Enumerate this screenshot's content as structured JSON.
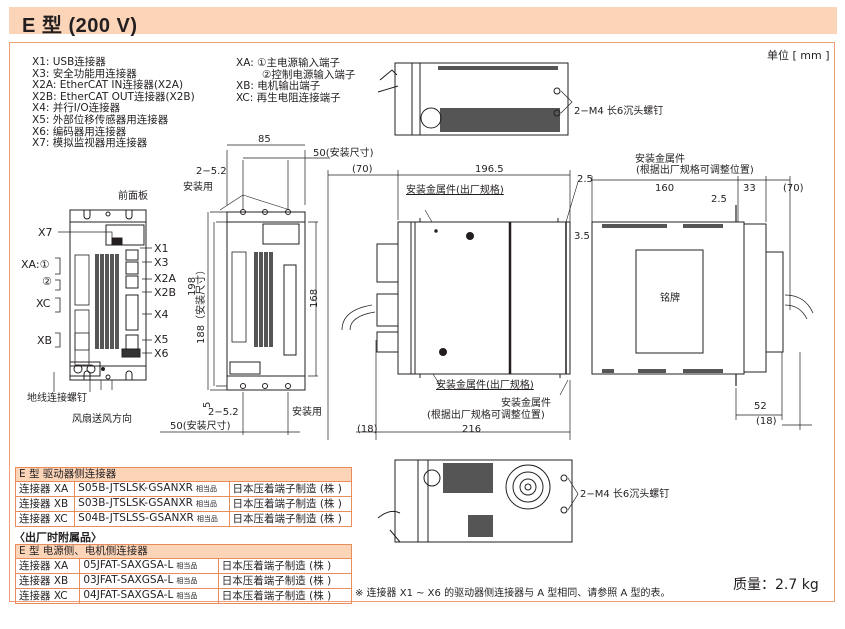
{
  "header": {
    "title": "E   型 (200 V)"
  },
  "unit_label": "单位 [ mm ]",
  "connector_legend": [
    "X1: USB连接器",
    "X3: 安全功能用连接器",
    "X2A: EtherCAT IN连接器(X2A)",
    "X2B: EtherCAT OUT连接器(X2B)",
    "X4: 并行I/O连接器",
    "X5: 外部位移传感器用连接器",
    "X6: 编码器用连接器",
    "X7: 模拟监视器用连接器"
  ],
  "terminal_legend": [
    "XA: ①主电源输入端子",
    "②控制电源输入端子",
    "XB: 电机输出端子",
    "XC: 再生电阻连接端子"
  ],
  "front_view": {
    "front_panel_label": "前面板",
    "left_labels": [
      "X7",
      "XA:①",
      "②",
      "XC",
      "XB"
    ],
    "right_labels": [
      "X1",
      "X3",
      "X2A",
      "X2B",
      "X4",
      "X5",
      "X6"
    ],
    "ground_screw_label": "地线连接螺钉",
    "fan_direction_label": "风扇送风方向"
  },
  "mount_view": {
    "dim_width": "85",
    "dim_mount_top": "50(安装尺寸)",
    "dim_hole_top": "2−5.2",
    "mount_label_top": "安装用",
    "dim_height_total": "198",
    "dim_height_mount": "188（安装尺寸）",
    "dim_height_inner": "168",
    "dim_bottom_gap": "5",
    "dim_hole_bottom": "2−5.2",
    "mount_label_bottom": "安装用",
    "dim_mount_bottom": "50(安装尺寸)"
  },
  "side_view": {
    "dim_cable": "(70)",
    "dim_depth": "196.5",
    "dim_bracket_offset": "2.5",
    "dim_bracket_height": "3.5",
    "bracket_factory_top": "安装金属件(出厂规格)",
    "bracket_adjustable_top_1": "安装金属件",
    "bracket_adjustable_top_2": "(根据出厂规格可调整位置)",
    "bracket_factory_bottom": "安装金属件(出厂规格)",
    "bracket_adjustable_bottom_1": "安装金属件",
    "bracket_adjustable_bottom_2": "(根据出厂规格可调整位置)",
    "dim_front_offset": "(18)",
    "dim_total_depth": "216"
  },
  "rear_view": {
    "dim_body": "160",
    "dim_front": "33",
    "dim_cable": "(70)",
    "dim_offset": "2.5",
    "nameplate_label": "铭牌",
    "dim_bottom": "52",
    "dim_bottom_offset": "(18)"
  },
  "top_view": {
    "screw_label": "2−M4 长6沉头螺钉"
  },
  "bottom_view": {
    "screw_label": "2−M4 长6沉头螺钉"
  },
  "driver_connectors": {
    "header": "E 型   驱动器侧连接器",
    "rows": [
      {
        "name": "连接器 XA",
        "part": "S05B-JTSLSK-GSANXR",
        "equiv": "相当品",
        "maker": "日本压着端子制造 (株 )"
      },
      {
        "name": "连接器 XB",
        "part": "S03B-JTSLSK-GSANXR",
        "equiv": "相当品",
        "maker": "日本压着端子制造 (株 )"
      },
      {
        "name": "连接器 XC",
        "part": "S04B-JTSLSS-GSANXR",
        "equiv": "相当品",
        "maker": "日本压着端子制造 (株 )"
      }
    ]
  },
  "accessories_title": "〈出厂时附属品〉",
  "accessory_connectors": {
    "header": "E 型   电源侧、电机侧连接器",
    "rows": [
      {
        "name": "连接器 XA",
        "part": "05JFAT-SAXGSA-L",
        "equiv": "相当品",
        "maker": "日本压着端子制造 (株 )"
      },
      {
        "name": "连接器 XB",
        "part": "03JFAT-SAXGSA-L",
        "equiv": "相当品",
        "maker": "日本压着端子制造 (株 )"
      },
      {
        "name": "连接器 XC",
        "part": "04JFAT-SAXGSA-L",
        "equiv": "相当品",
        "maker": "日本压着端子制造 (株 )"
      }
    ]
  },
  "footnote": "※ 连接器 X1 ~ X6 的驱动器侧连接器与 A 型相同、请参照 A 型的表。",
  "mass": "质量：2.7 kg",
  "colors": {
    "title_bg": "#fcd5b9",
    "frame_border": "#f0a079",
    "table_border": "#e98c5c"
  }
}
